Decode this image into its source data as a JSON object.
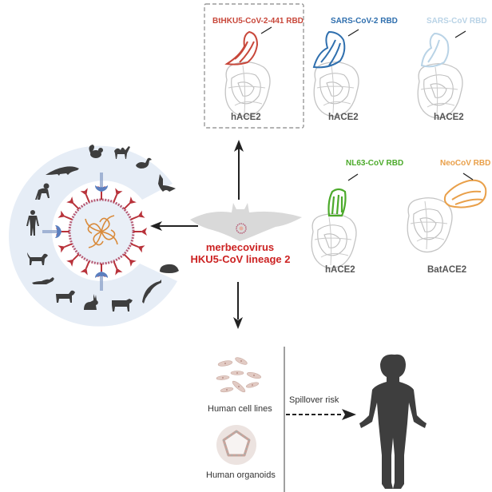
{
  "colors": {
    "ring": "#e6edf6",
    "red_label": "#cc2222",
    "bthku5": "#c8473a",
    "sars2": "#2f6fae",
    "sars1": "#b9d3e6",
    "nl63": "#4caa2b",
    "neocov": "#e9a04a",
    "silhouette": "#3e3e3e",
    "receptor": "#5b7fbf",
    "spike": "#b8323a"
  },
  "structures": [
    {
      "rbd_label": "BtHKU5-CoV-2-441 RBD",
      "receptor_label": "hACE2",
      "highlighted": true
    },
    {
      "rbd_label": "SARS-CoV-2 RBD",
      "receptor_label": "hACE2",
      "highlighted": false
    },
    {
      "rbd_label": "SARS-CoV RBD",
      "receptor_label": "hACE2",
      "highlighted": false
    },
    {
      "rbd_label": "NL63-CoV RBD",
      "receptor_label": "hACE2",
      "highlighted": false
    },
    {
      "rbd_label": "NeoCoV RBD",
      "receptor_label": "BatACE2",
      "highlighted": false
    }
  ],
  "center": {
    "line1": "merbecovirus",
    "line2": "HKU5-CoV lineage 2",
    "icon": "bat-icon"
  },
  "host_ring": {
    "animals": [
      "squirrel",
      "camel",
      "duck",
      "bat",
      "pangolin",
      "chimpanzee",
      "human",
      "dog",
      "ferret",
      "goat",
      "rabbit",
      "cow",
      "dolphin",
      "hamster"
    ]
  },
  "bottom": {
    "cell_lines_label": "Human cell lines",
    "organoids_label": "Human organoids",
    "spillover_label": "Spillover risk"
  }
}
